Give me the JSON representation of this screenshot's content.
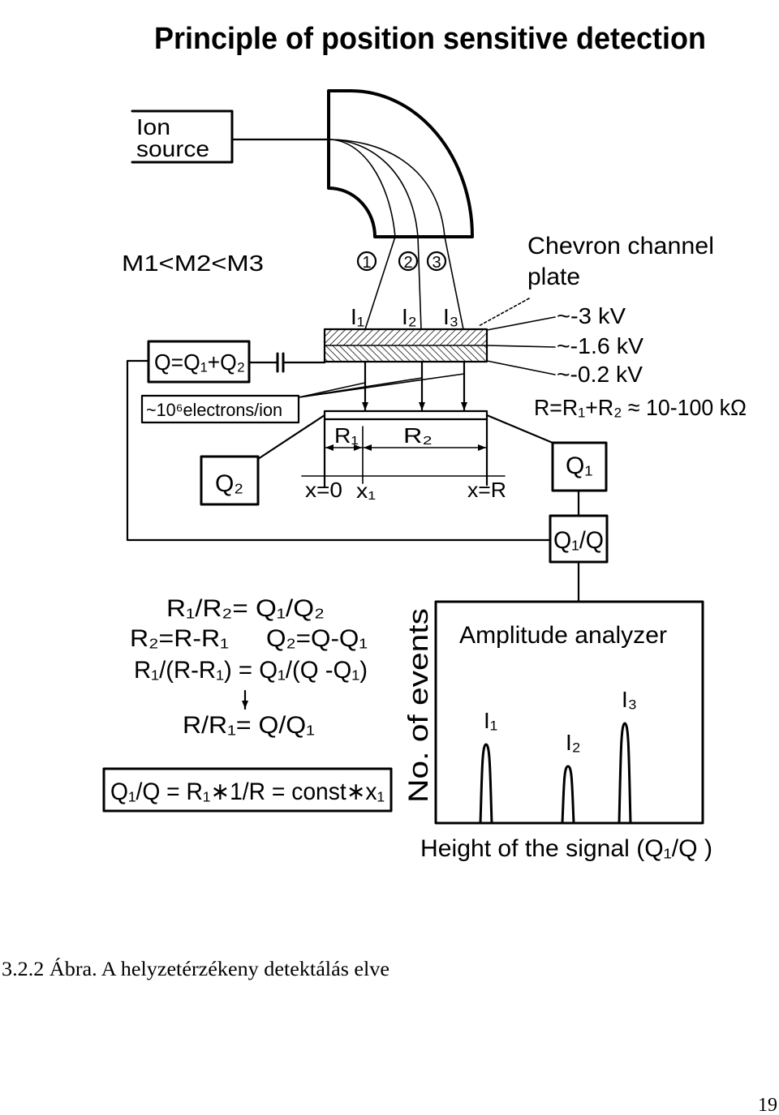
{
  "title": "Principle of position sensitive detection",
  "ion_source": {
    "line1": "Ion",
    "line2": "source"
  },
  "mass_order": "M1<M2<M3",
  "trajectory_labels": [
    "1",
    "2",
    "3"
  ],
  "ion_labels": [
    "I₁",
    "I₂",
    "I₃"
  ],
  "detector": {
    "label_line1": "Chevron channel",
    "label_line2": "plate",
    "voltages": [
      "~-3 kV",
      "~-1.6 kV",
      "~-0.2 kV"
    ]
  },
  "charge_total": "Q=Q₁+Q₂",
  "gain": "~10⁶electrons/ion",
  "resistance": "R=R₁+R₂ ≈ 10-100 kΩ",
  "anode": {
    "r1": "R₁",
    "r2": "R₂",
    "x0": "x=0",
    "x1": "x₁",
    "xR": "x=R"
  },
  "boxes": {
    "q2": "Q₂",
    "q1": "Q₁",
    "ratio": "Q₁/Q"
  },
  "equations": {
    "ratio_r": "R₁/R₂= Q₁/Q₂",
    "r2_def": "R₂=R-R₁",
    "q2_def": "Q₂=Q-Q₁",
    "substituted": "R₁/(R-R₁) = Q₁/(Q -Q₁)",
    "simplified": "R/R₁= Q/Q₁",
    "result": "Q₁/Q = R₁∗1/R = const∗x₁"
  },
  "analyzer": {
    "title": "Amplitude analyzer",
    "y_label": "No. of events",
    "x_label": "Height of the signal (Q₁/Q )",
    "peak_labels": [
      "I₁",
      "I₂",
      "I₃"
    ]
  },
  "caption": "3.2.2 Ábra. A helyzetérzékeny detektálás elve",
  "page_number": "19"
}
